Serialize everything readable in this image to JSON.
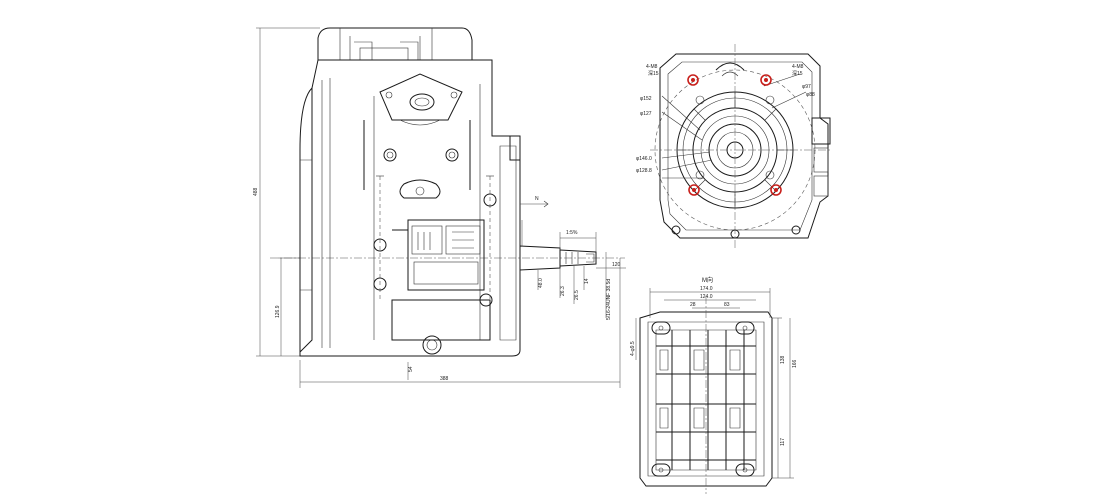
{
  "colors": {
    "line": "#1a1a1a",
    "highlight": "#c8201c",
    "background": "#ffffff"
  },
  "side_view": {
    "dim_height": "488",
    "dim_lower": "126.9",
    "dim_width": "388",
    "dim_bottom": "54",
    "taper_label": "1:5%",
    "thread_label": "5/16-24UNF 38.5d",
    "shaft_dim_a": "26.5",
    "shaft_dim_b": "14",
    "shaft_dim_c": "26.3",
    "shaft_dim_d": "48.0",
    "shaft_dim_e": "120",
    "arrow_label": "N"
  },
  "front_view": {
    "callouts": [
      "4-M8 深15",
      "4-M8 深15",
      "φ152",
      "φ127",
      "φ146.0",
      "φ128.8",
      "φ97",
      "φ88"
    ],
    "left_callouts": [
      "4-M8",
      "深15"
    ],
    "right_callouts": [
      "4-M8",
      "深15"
    ]
  },
  "bottom_view": {
    "title": "M向",
    "dim_top_outer": "174.0",
    "dim_top_inner": "124.0",
    "dim_top_small": "83",
    "dim_top_mini": "28",
    "dim_right_a": "138",
    "dim_right_b": "166",
    "dim_right_c": "117",
    "dim_left": "4-φ9.5"
  }
}
